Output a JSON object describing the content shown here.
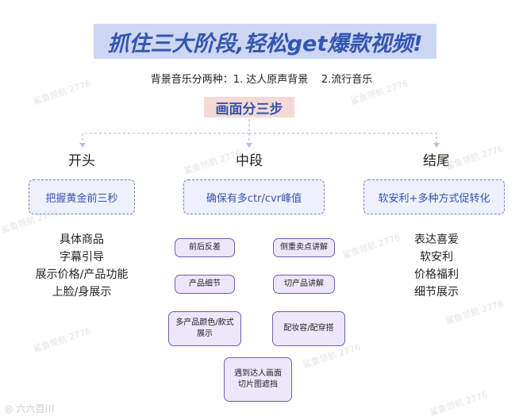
{
  "title": "抓住三大阶段,轻松get爆款视频!",
  "subtitle": "背景音乐分两种：1. 达人原声背景    2.流行音乐",
  "badge": "画面分三步",
  "sections": [
    {
      "heading": "开头",
      "box": "把握黄金前三秒",
      "items": [
        "具体商品",
        "字幕引导",
        "展示价格/产品功能",
        "上脸/身展示"
      ]
    },
    {
      "heading": "中段",
      "box": "确保有多ctr/cvr峰值",
      "items": [
        "前后反差",
        "侧重卖点讲解",
        "产品细节",
        "切产品讲解",
        "多产品颜色/款式\n展示",
        "配妆容/配穿搭",
        "遇到达人画面\n切片图遮挡"
      ]
    },
    {
      "heading": "结尾",
      "box": "软安利+多种方式促转化",
      "items": [
        "表达喜爱",
        "软安利",
        "价格福利",
        "细节展示"
      ]
    }
  ],
  "watermark": "鲨鱼领航 2776",
  "footer_logo": "六六百川",
  "colors": {
    "title_bg": "#cdd6f3",
    "title_text": "#3456b0",
    "badge_bg": "#f5d9d6",
    "box_border": "#6b7fd0",
    "mini_border": "#6f5db8",
    "mini_bg": "#ede7fb"
  }
}
